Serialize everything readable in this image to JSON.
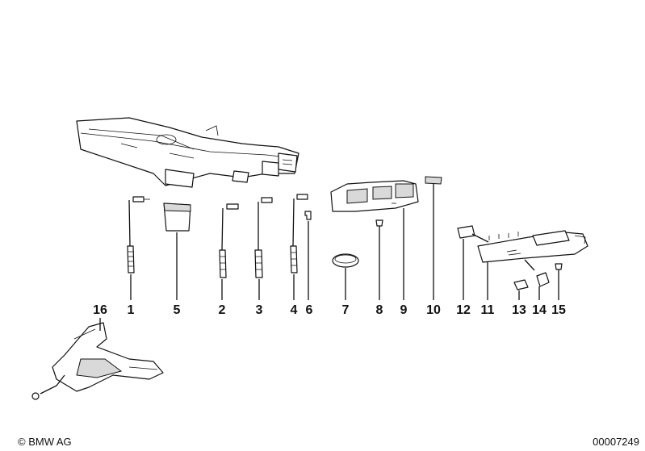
{
  "callouts": [
    "16",
    "1",
    "5",
    "2",
    "3",
    "4",
    "6",
    "7",
    "8",
    "9",
    "10",
    "12",
    "11",
    "13",
    "14",
    "15"
  ],
  "footer": {
    "copyright": "© BMW AG",
    "diagram_number": "00007249"
  }
}
